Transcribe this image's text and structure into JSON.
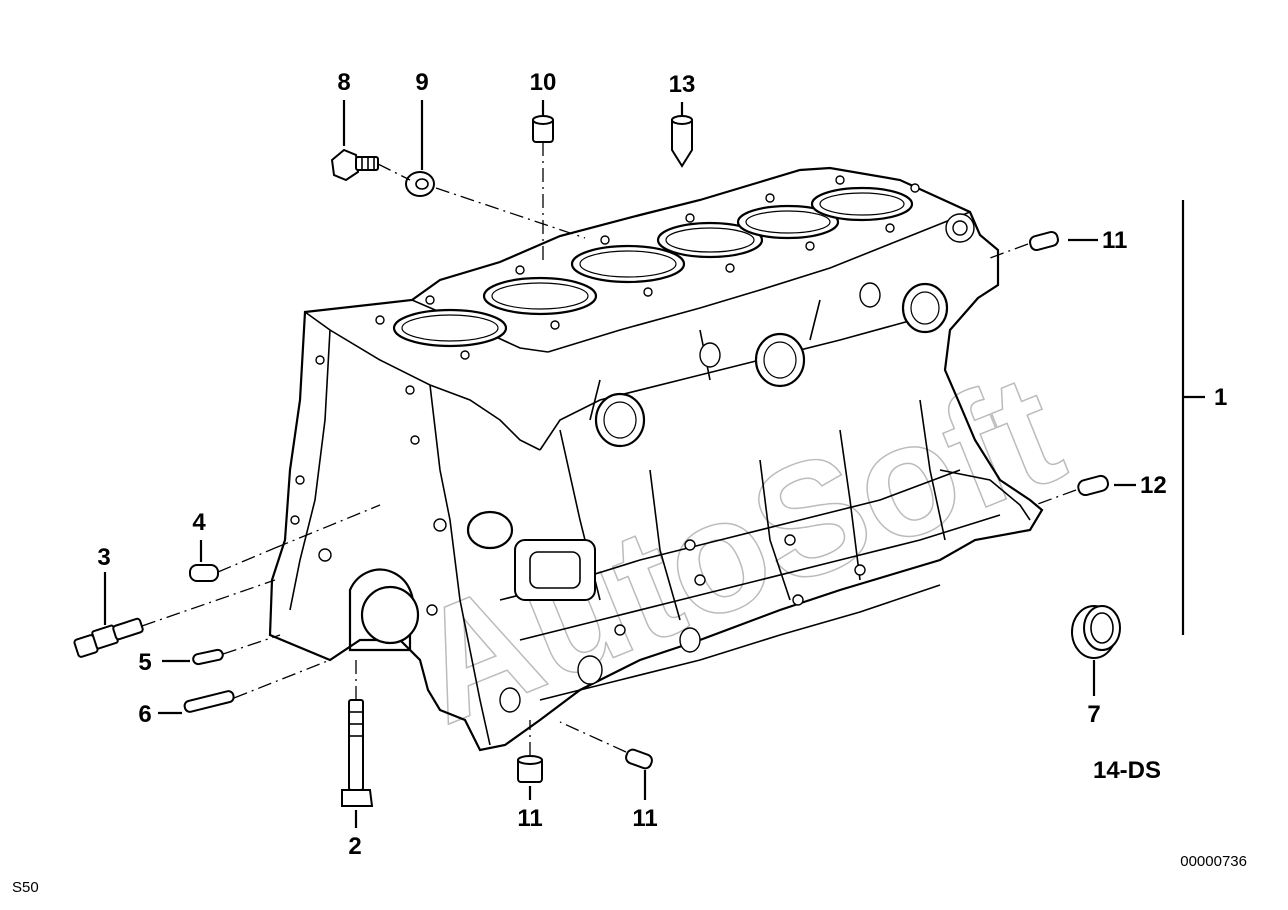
{
  "diagram": {
    "watermark": "AutoSoft",
    "callouts": [
      {
        "id": "c1",
        "label": "1"
      },
      {
        "id": "c2",
        "label": "2"
      },
      {
        "id": "c3",
        "label": "3"
      },
      {
        "id": "c4",
        "label": "4"
      },
      {
        "id": "c5",
        "label": "5"
      },
      {
        "id": "c6",
        "label": "6"
      },
      {
        "id": "c7",
        "label": "7"
      },
      {
        "id": "c8",
        "label": "8"
      },
      {
        "id": "c9",
        "label": "9"
      },
      {
        "id": "c10",
        "label": "10"
      },
      {
        "id": "c11a",
        "label": "11"
      },
      {
        "id": "c11b",
        "label": "11"
      },
      {
        "id": "c11c",
        "label": "11"
      },
      {
        "id": "c12",
        "label": "12"
      },
      {
        "id": "c13",
        "label": "13"
      }
    ],
    "group_label": "14-DS",
    "drawing_number": "00000736",
    "engine_code": "S50"
  }
}
